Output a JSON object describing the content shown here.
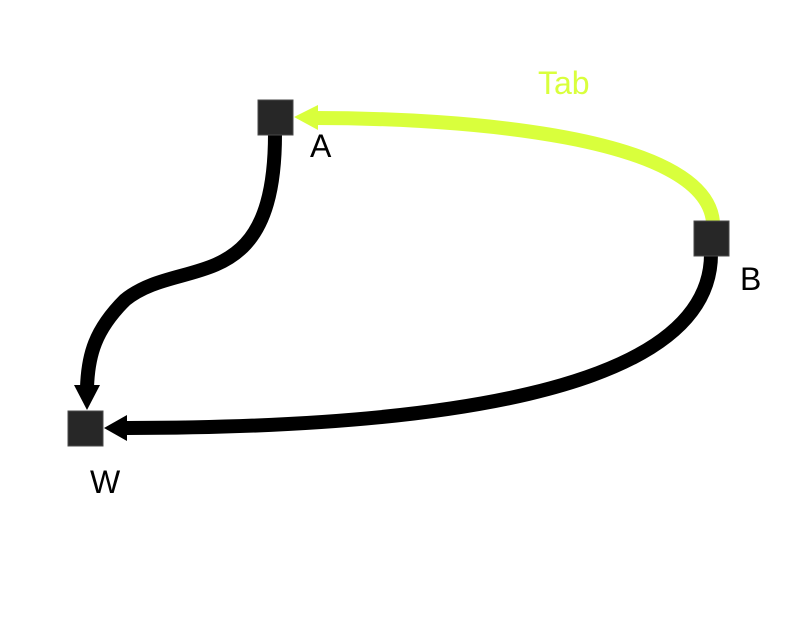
{
  "diagram": {
    "nodes": [
      {
        "id": "A",
        "label": "A"
      },
      {
        "id": "B",
        "label": "B"
      },
      {
        "id": "W",
        "label": "W"
      }
    ],
    "edges": [
      {
        "id": "b-to-a",
        "from": "B",
        "to": "A",
        "label": "Tab",
        "color": "#d9ff3c"
      },
      {
        "id": "a-to-w",
        "from": "A",
        "to": "W",
        "label": "",
        "color": "#000000"
      },
      {
        "id": "b-to-w",
        "from": "B",
        "to": "W",
        "label": "",
        "color": "#000000"
      }
    ],
    "node_color": "#272727"
  }
}
